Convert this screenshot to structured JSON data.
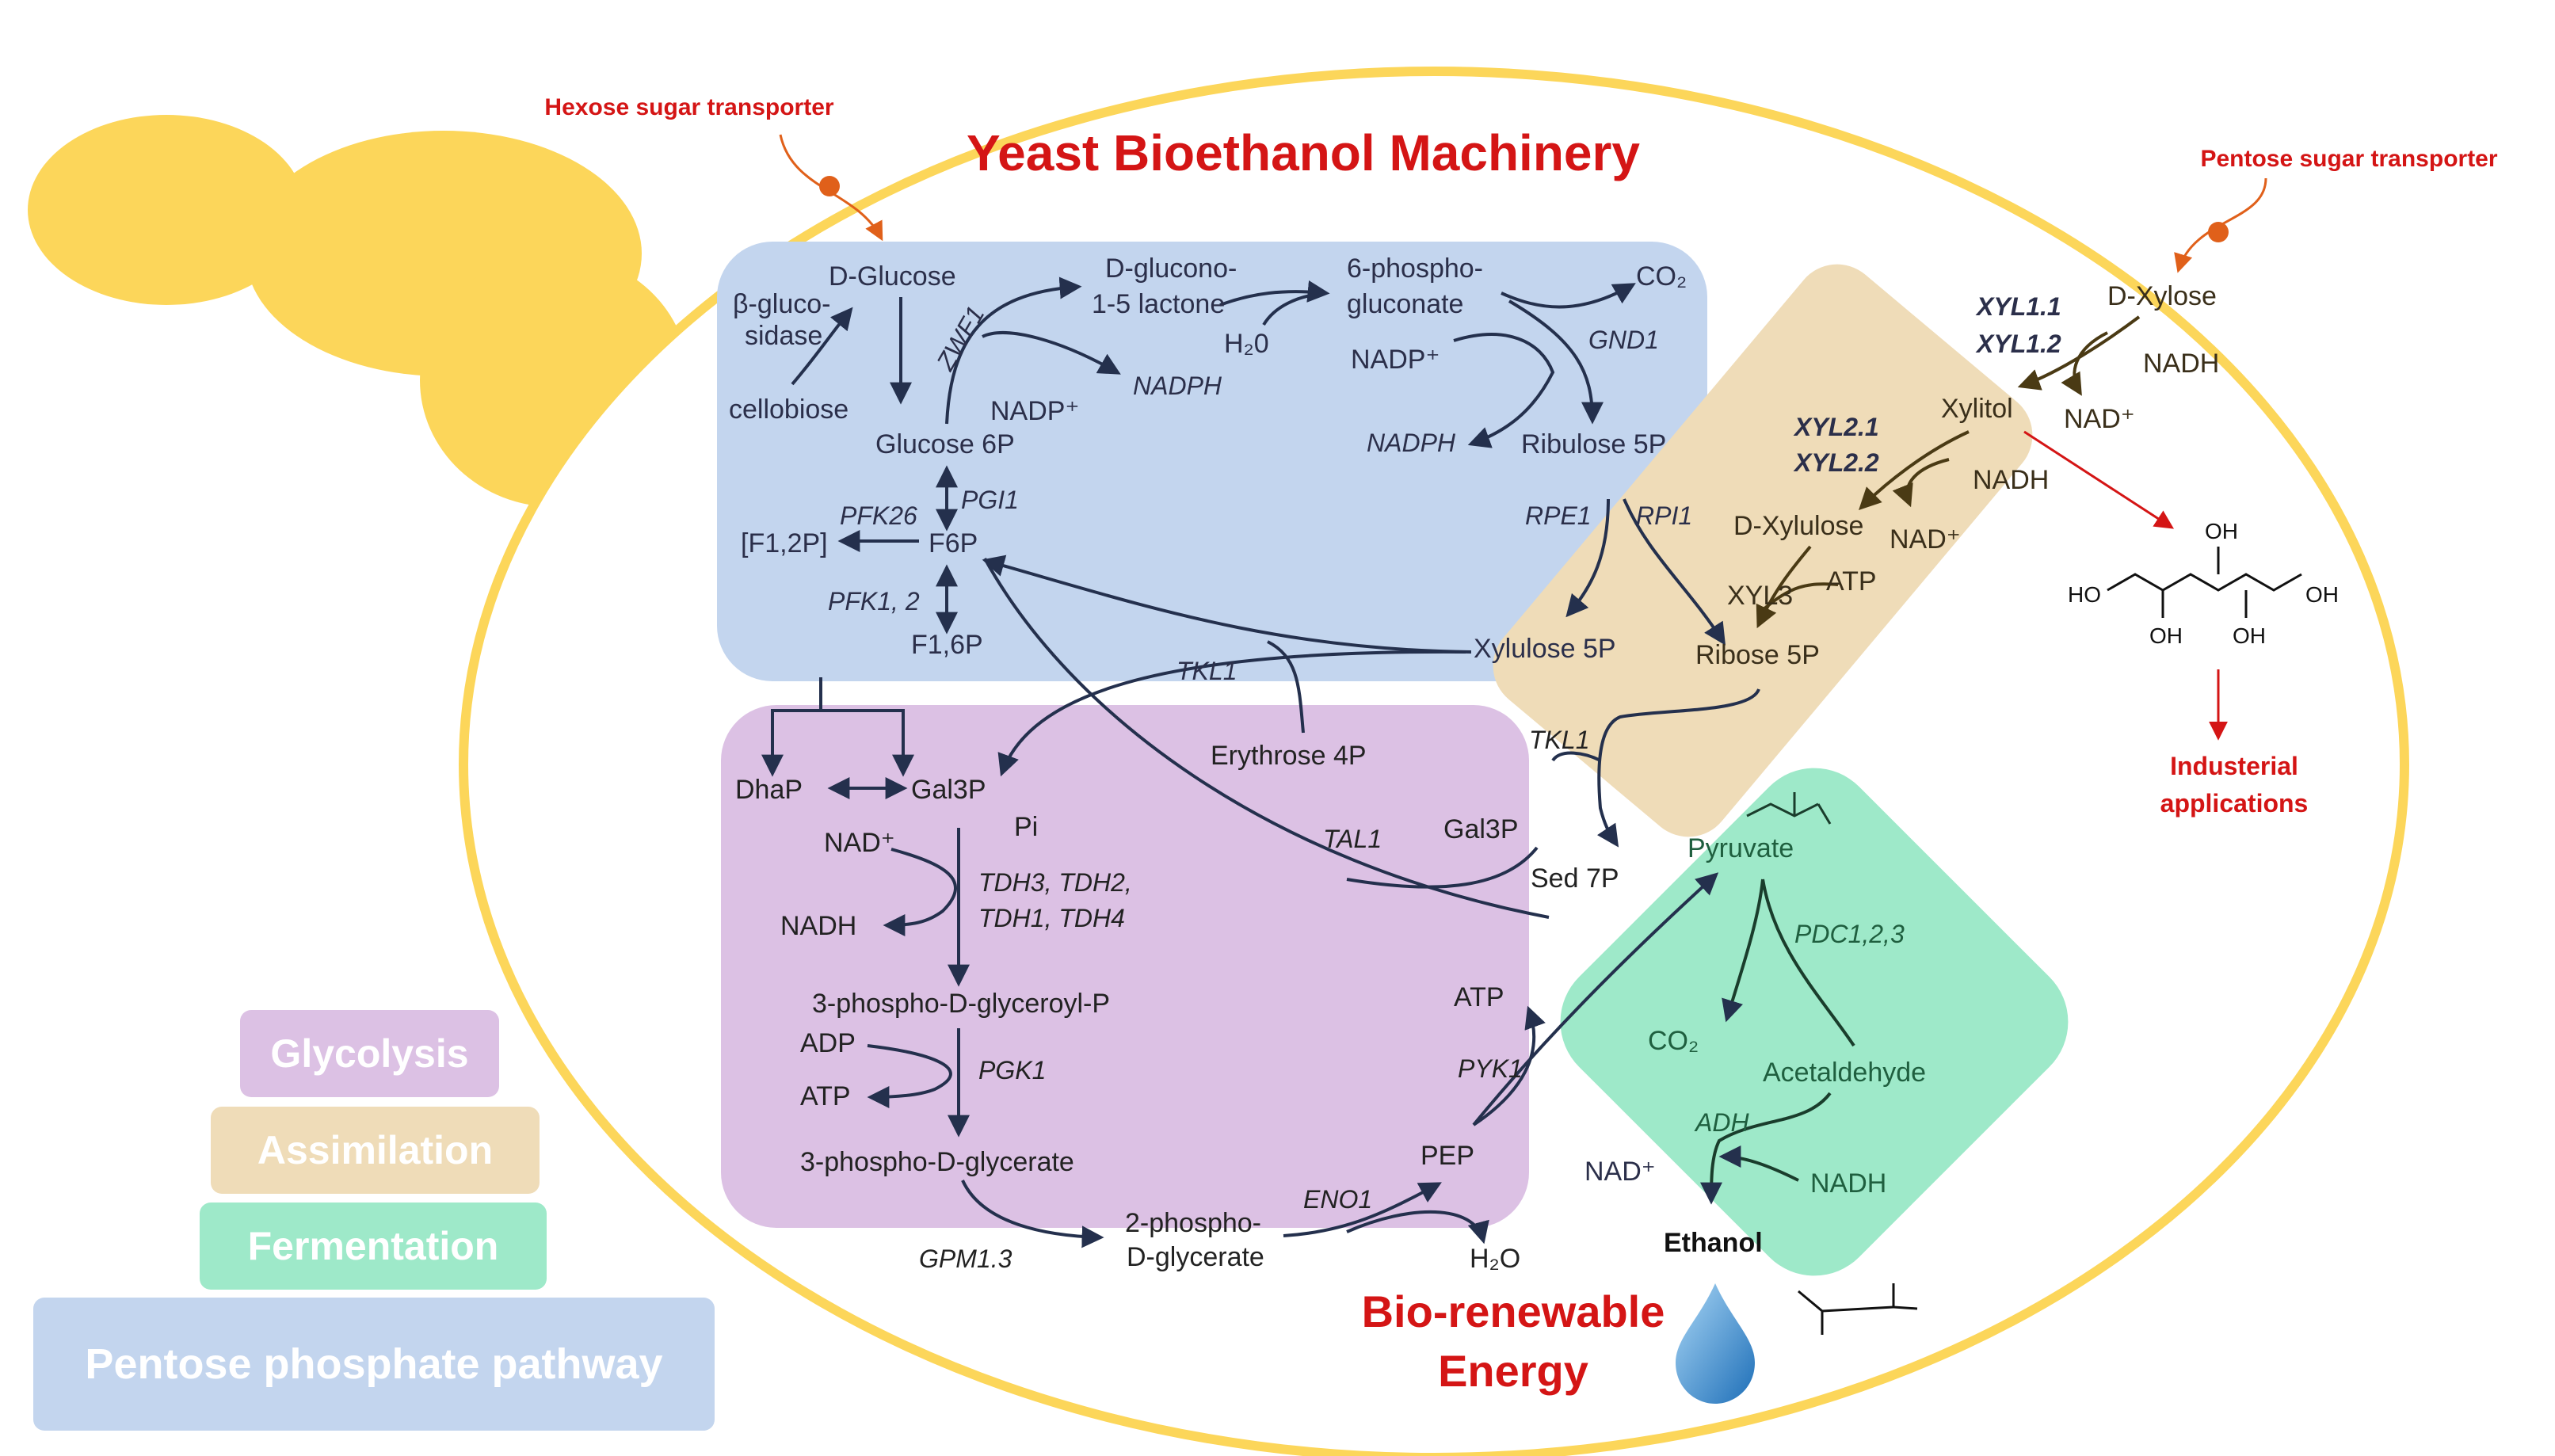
{
  "title": "Yeast Bioethanol Machinery",
  "transporters": {
    "hexose": "Hexose sugar transporter",
    "pentose": "Pentose sugar transporter"
  },
  "ppp": {
    "d_glucose": "D-Glucose",
    "beta_gluco_1": "β-gluco-",
    "beta_gluco_2": "sidase",
    "cellobiose": "cellobiose",
    "glucose6p": "Glucose 6P",
    "zwf1": "ZWF1",
    "nadp_1": "NADP⁺",
    "nadph_1": "NADPH",
    "glucono_1": "D-glucono-",
    "glucono_2": "1-5 lactone",
    "h2o": "H₂0",
    "phospho_1": "6-phospho-",
    "phospho_2": "gluconate",
    "co2": "CO₂",
    "gnd1": "GND1",
    "nadp_2": "NADP⁺",
    "nadph_2": "NADPH",
    "ribulose5p": "Ribulose 5P",
    "pgi1": "PGI1",
    "pfk26": "PFK26",
    "f12p": "[F1,2P]",
    "f6p": "F6P",
    "pfk12": "PFK1, 2",
    "f16p": "F1,6P",
    "rpe1": "RPE1",
    "rpi1": "RPI1",
    "xylulose5p": "Xylulose 5P",
    "tkl1": "TKL1"
  },
  "glycolysis": {
    "dhap": "DhaP",
    "gal3p": "Gal3P",
    "pi": "Pi",
    "nad": "NAD⁺",
    "nadh": "NADH",
    "tdh_1": "TDH3, TDH2,",
    "tdh_2": "TDH1, TDH4",
    "glyceroyl": "3-phospho-D-glyceroyl-P",
    "adp": "ADP",
    "atp": "ATP",
    "pgk1": "PGK1",
    "glycerate3": "3-phospho-D-glycerate",
    "gpm": "GPM1.3",
    "glycerate2_1": "2-phospho-",
    "glycerate2_2": "D-glycerate",
    "eno1": "ENO1",
    "h2o": "H₂O",
    "pep": "PEP",
    "pyk1": "PYK1",
    "atp2": "ATP",
    "erythrose": "Erythrose 4P",
    "tal1": "TAL1",
    "gal3p_2": "Gal3P",
    "sed7p": "Sed 7P",
    "tkl1_2": "TKL1"
  },
  "assimilation": {
    "d_xylose": "D-Xylose",
    "xyl11": "XYL1.1",
    "xyl12": "XYL1.2",
    "nadh_1": "NADH",
    "xylitol": "Xylitol",
    "nad_1": "NAD⁺",
    "xyl21": "XYL2.1",
    "xyl22": "XYL2.2",
    "nadh_2": "NADH",
    "d_xylulose": "D-Xylulose",
    "nad_2": "NAD⁺",
    "xyl3": "XYL3",
    "atp": "ATP",
    "ribose5p": "Ribose 5P"
  },
  "fermentation": {
    "pyruvate": "Pyruvate",
    "pdc": "PDC1,2,3",
    "co2": "CO₂",
    "acetaldehyde": "Acetaldehyde",
    "adh": "ADH",
    "nadh": "NADH",
    "nad": "NAD⁺",
    "ethanol": "Ethanol"
  },
  "xylitol_structure": {
    "oh_top": "OH",
    "ho_left": "HO",
    "oh_b1": "OH",
    "oh_b2": "OH",
    "oh_right": "OH"
  },
  "industrial_1": "Industerial",
  "industrial_2": "applications",
  "energy_1": "Bio-renewable",
  "energy_2": "Energy",
  "legend": {
    "glycolysis": "Glycolysis",
    "assimilation": "Assimilation",
    "fermentation": "Fermentation",
    "ppp": "Pentose phosphate pathway"
  },
  "colors": {
    "ppp": "#c3d5ee",
    "glycolysis": "#dcc1e4",
    "assimilation": "#efdcb8",
    "fermentation": "#9ee9c9",
    "yeast": "#fcd65a",
    "title": "#d41515"
  }
}
